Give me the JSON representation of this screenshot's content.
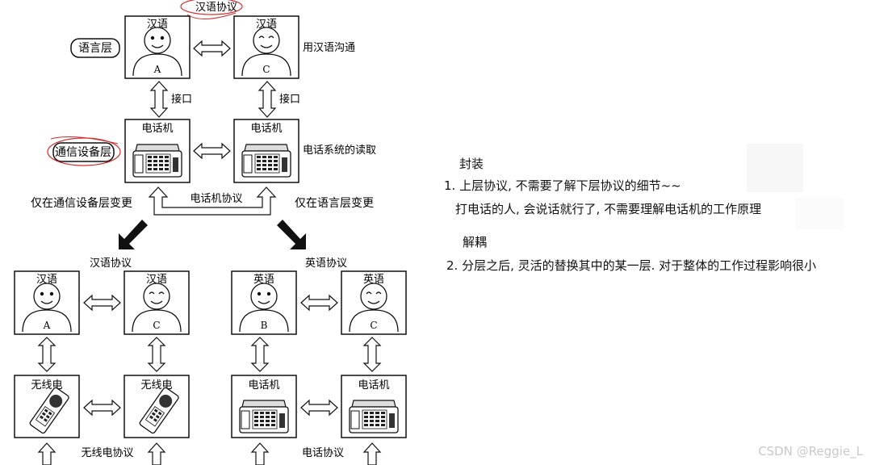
{
  "top": {
    "protocol_label": "汉语协议",
    "left_layer_label": "语言层",
    "bottom_layer_label": "通信设备层",
    "person_a_title": "汉语",
    "person_a_letter": "A",
    "person_c_title": "汉语",
    "person_c_letter": "C",
    "right_note": "用汉语沟通",
    "interface_left": "接口",
    "interface_right": "接口",
    "phone_left_title": "电话机",
    "phone_right_title": "电话机",
    "phone_note": "电话系统的读取",
    "phone_protocol": "电话机协议",
    "only_device_change": "仅在通信设备层变更",
    "only_language_change": "仅在语言层变更"
  },
  "bottom_left": {
    "protocol_label": "汉语协议",
    "person_left_title": "汉语",
    "person_left_letter": "A",
    "person_right_title": "汉语",
    "person_right_letter": "C",
    "radio_left_title": "无线电",
    "radio_right_title": "无线电",
    "device_protocol": "无线电协议"
  },
  "bottom_right": {
    "protocol_label": "英语协议",
    "person_left_title": "英语",
    "person_left_letter": "B",
    "person_right_title": "英语",
    "person_right_letter": "C",
    "phone_left_title": "电话机",
    "phone_right_title": "电话机",
    "device_protocol": "电话协议"
  },
  "notes": {
    "encapsulation_title": "封装",
    "item1": "1. 上层协议, 不需要了解下层协议的细节~~",
    "item1_example": "打电话的人, 会说话就行了, 不需要理解电话机的工作原理",
    "decoupling_title": "解耦",
    "item2": "2. 分层之后,   灵活的替换其中的某一层. 对于整体的工作过程影响很小"
  },
  "watermark": "CSDN @Reggie_L",
  "colors": {
    "ink": "#111111",
    "annotation": "#d42a2a",
    "watermark": "#c9c9c9"
  }
}
